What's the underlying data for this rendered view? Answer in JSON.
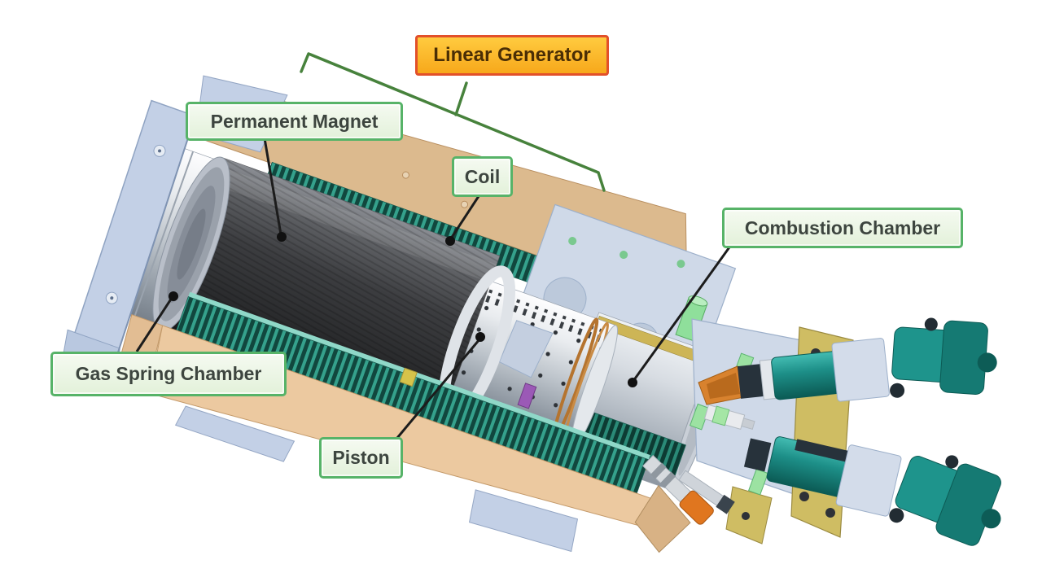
{
  "diagram": {
    "type": "labeled-technical-illustration",
    "subject": "Cutaway CAD view of a free-piston linear generator engine",
    "title_label": {
      "text": "Linear Generator"
    },
    "labels": [
      {
        "id": "permanent-magnet",
        "text": "Permanent Magnet"
      },
      {
        "id": "coil",
        "text": "Coil"
      },
      {
        "id": "combustion-chamber",
        "text": "Combustion Chamber"
      },
      {
        "id": "gas-spring-chamber",
        "text": "Gas Spring Chamber"
      },
      {
        "id": "piston",
        "text": "Piston"
      }
    ],
    "colors": {
      "background": "#ffffff",
      "label_background": "#eaf5e4",
      "label_border": "#57b368",
      "label_text": "#3d453f",
      "title_background": "#fdb81e",
      "title_border": "#e2502a",
      "title_text": "#4a2e05",
      "bracket_green": "#47823c",
      "leader_line": "#1c1c1c",
      "stator_tan": "#dcba8e",
      "coil_teal": "#35a18c",
      "magnet_dark_gray": "#3c3d40",
      "metal_silver": "#c7ccd3",
      "housing_blue": "#cfd9e8",
      "actuator_teal": "#1d8f88",
      "mount_gold": "#cfbd63",
      "accent_orange": "#d8822e",
      "accent_light_green": "#9ce2a2",
      "accent_purple": "#9b59b6"
    }
  }
}
